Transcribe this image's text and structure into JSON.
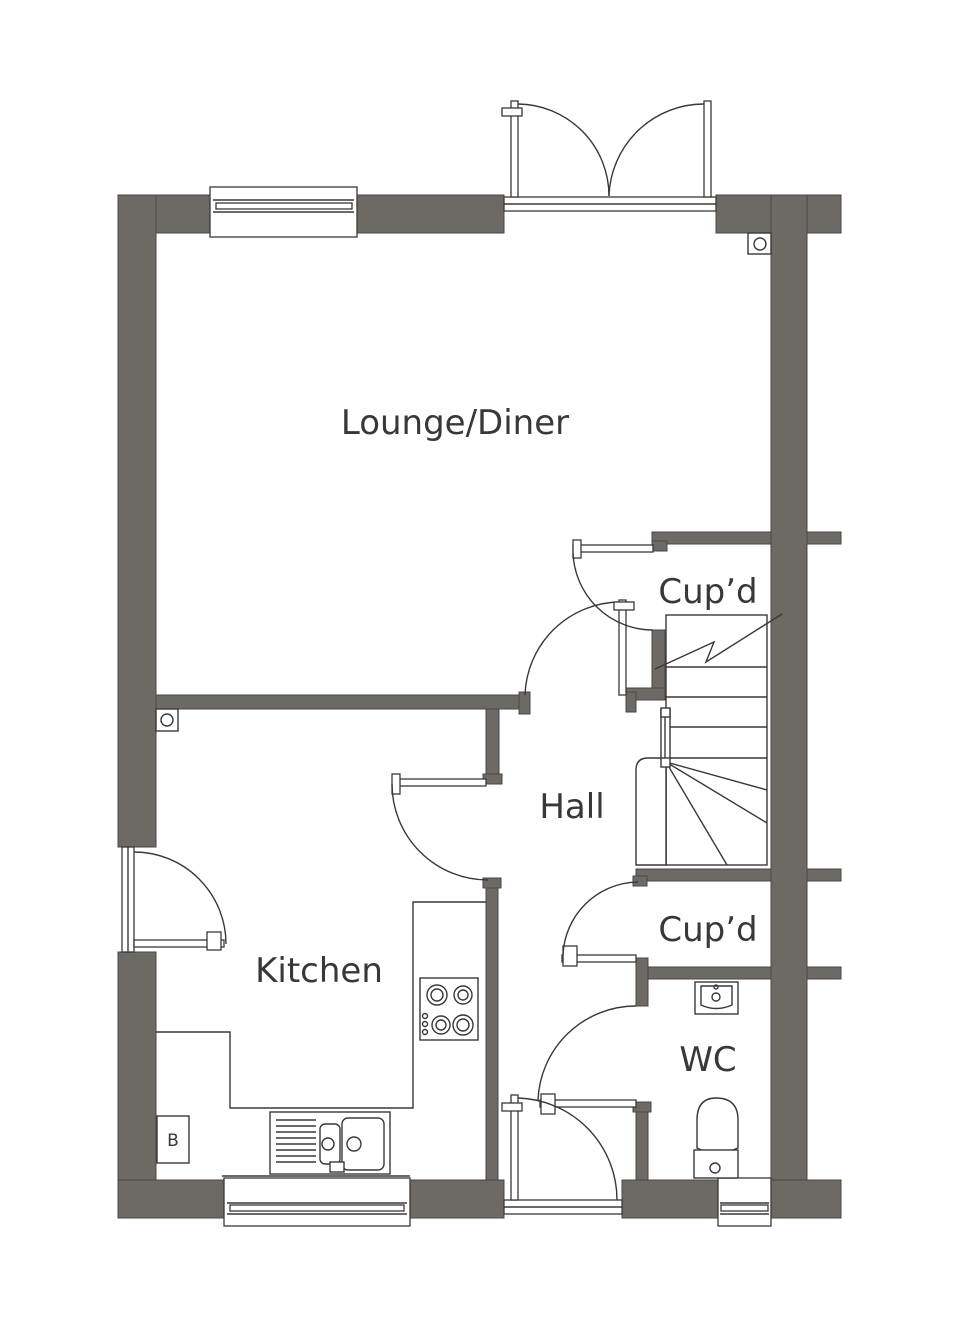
{
  "floor_plan": {
    "rooms": [
      {
        "id": "lounge",
        "label": "Lounge/Diner"
      },
      {
        "id": "cupd-upper",
        "label": "Cup’d"
      },
      {
        "id": "hall",
        "label": "Hall"
      },
      {
        "id": "cupd-lower",
        "label": "Cup’d"
      },
      {
        "id": "kitchen",
        "label": "Kitchen"
      },
      {
        "id": "wc",
        "label": "WC"
      }
    ],
    "boiler_label": "B",
    "colors": {
      "wall": "#6d6a66",
      "line": "#3a3836",
      "background": "#ffffff"
    }
  }
}
